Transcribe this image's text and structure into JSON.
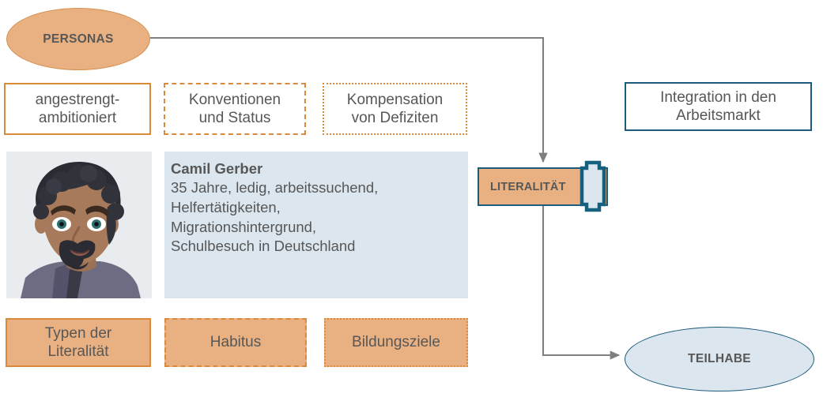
{
  "diagram": {
    "nodes": {
      "personas": {
        "label": "PERSONAS",
        "shape": "ellipse",
        "fill": "#e9b182",
        "stroke": "#d2904f"
      },
      "teilhabe": {
        "label": "TEILHABE",
        "shape": "ellipse",
        "fill": "#dbe6ee",
        "stroke": "#1c5b7c"
      },
      "literalitaet": {
        "label": "LITERALITÄT",
        "shape": "rect",
        "fill": "#e9b182",
        "stroke": "#1c5b7c",
        "icon": "book-bookmark-icon"
      },
      "integration": {
        "label": "Integration in den\nArbeitsmarkt",
        "line1": "Integration in den",
        "line2": "Arbeitsmarkt",
        "shape": "rect",
        "fill": "#ffffff",
        "stroke": "#1c5b7c"
      }
    },
    "top_attributes": [
      {
        "line1": "angestrengt-",
        "line2": "ambitioniert",
        "border_style": "solid",
        "fill": "#ffffff",
        "stroke": "#d98a3d"
      },
      {
        "line1": "Konventionen",
        "line2": "und Status",
        "border_style": "dashed",
        "fill": "#ffffff",
        "stroke": "#d98a3d"
      },
      {
        "line1": "Kompensation",
        "line2": "von Defiziten",
        "border_style": "dotted",
        "fill": "#ffffff",
        "stroke": "#d98a3d"
      }
    ],
    "bottom_attributes": [
      {
        "line1": "Typen der",
        "line2": "Literalität",
        "border_style": "solid",
        "fill": "#e9b182",
        "stroke": "#d98a3d"
      },
      {
        "line1": "Habitus",
        "line2": "",
        "border_style": "dashed",
        "fill": "#e9b182",
        "stroke": "#d98a3d"
      },
      {
        "line1": "Bildungsziele",
        "line2": "",
        "border_style": "dotted",
        "fill": "#e9b182",
        "stroke": "#d98a3d"
      }
    ],
    "persona": {
      "name": "Camil Gerber",
      "description": "35 Jahre, ledig, arbeitssuchend,\nHelfertätigkeiten,\nMigrationshintergrund,\nSchulbesuch in Deutschland",
      "avatar_alt": "portrait-illustration",
      "card_fill": "#dbe6ee",
      "avatar_fill": "#e8ecef"
    },
    "connectors": [
      {
        "from": "personas",
        "to": "literalitaet",
        "style": "elbow-arrow",
        "color": "#7f7f7f"
      },
      {
        "from": "literalitaet",
        "to": "teilhabe",
        "style": "elbow-arrow",
        "color": "#7f7f7f"
      }
    ],
    "colors": {
      "orange_fill": "#e9b182",
      "orange_stroke": "#d98a3d",
      "blue_fill": "#dbe6ee",
      "blue_stroke": "#1c5b7c",
      "text": "#575757",
      "connector": "#7f7f7f"
    }
  }
}
